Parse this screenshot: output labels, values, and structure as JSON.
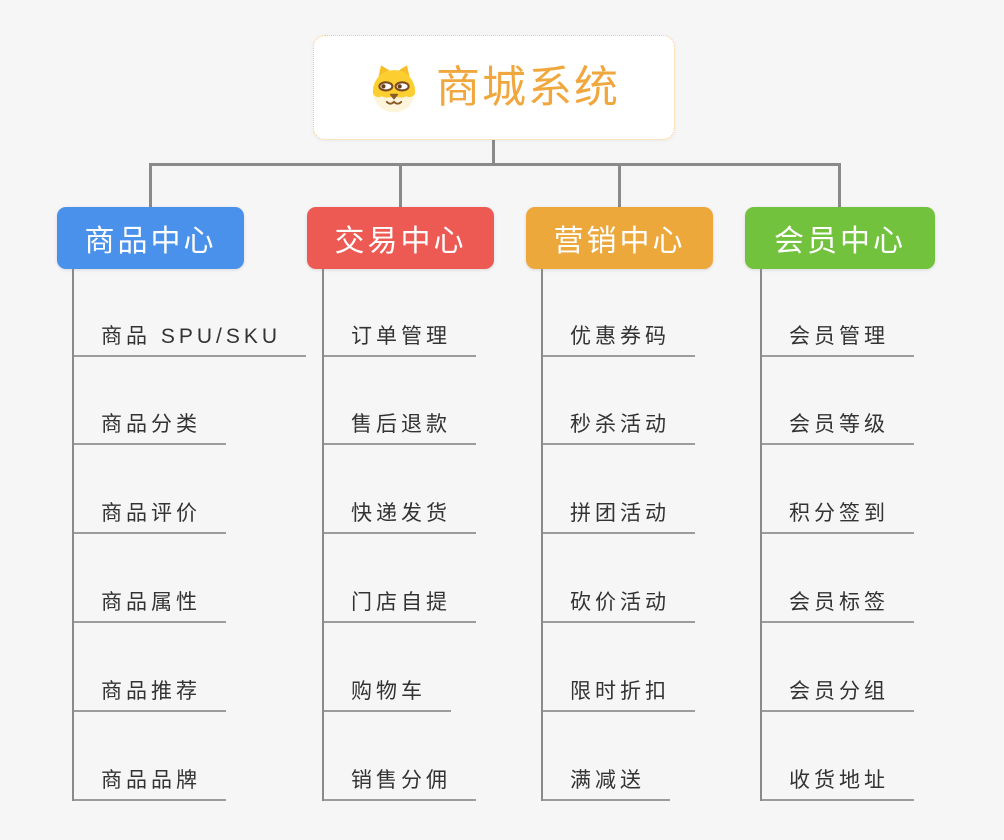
{
  "root": {
    "label": "商城系统",
    "icon": "dog-face-icon",
    "accent_color": "#f0a73d",
    "border_color": "#f7c87e"
  },
  "colors": {
    "background": "#f6f6f7",
    "connector": "#8a8a8a",
    "leaf_underline": "#9c9c9c",
    "leaf_text": "#333333",
    "branch_text": "#ffffff"
  },
  "branches": [
    {
      "label": "商品中心",
      "color": "#4a91ec",
      "children": [
        "商品 SPU/SKU",
        "商品分类",
        "商品评价",
        "商品属性",
        "商品推荐",
        "商品品牌"
      ]
    },
    {
      "label": "交易中心",
      "color": "#ec5a53",
      "children": [
        "订单管理",
        "售后退款",
        "快递发货",
        "门店自提",
        "购物车",
        "销售分佣"
      ]
    },
    {
      "label": "营销中心",
      "color": "#eca83b",
      "children": [
        "优惠券码",
        "秒杀活动",
        "拼团活动",
        "砍价活动",
        "限时折扣",
        "满减送"
      ]
    },
    {
      "label": "会员中心",
      "color": "#72c23d",
      "children": [
        "会员管理",
        "会员等级",
        "积分签到",
        "会员标签",
        "会员分组",
        "收货地址"
      ]
    }
  ]
}
